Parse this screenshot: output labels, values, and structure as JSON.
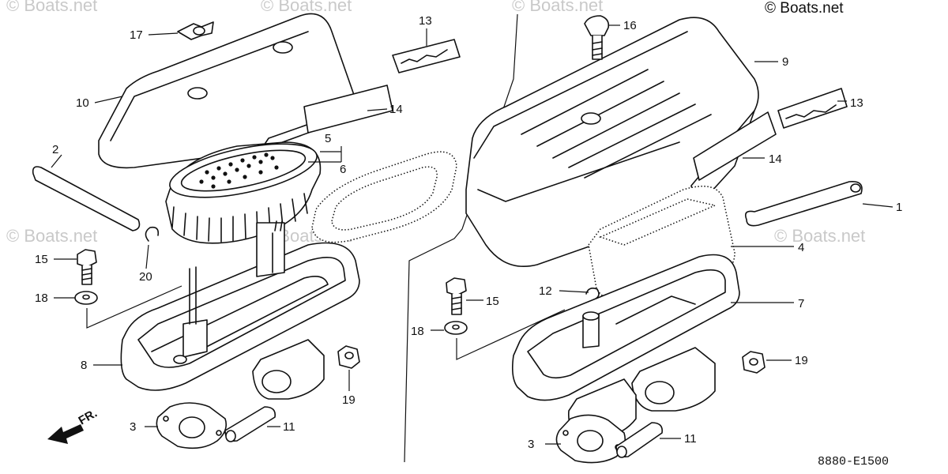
{
  "copyright": "© Boats.net",
  "watermark": "© Boats.net",
  "drawing_code": "8880-E1500",
  "front_marker": "FR.",
  "callouts": {
    "c1": "1",
    "c2": "2",
    "c3l": "3",
    "c3r": "3",
    "c4": "4",
    "c5": "5",
    "c6": "6",
    "c7": "7",
    "c8": "8",
    "c9": "9",
    "c10": "10",
    "c11l": "11",
    "c11r": "11",
    "c12": "12",
    "c13l": "13",
    "c13r": "13",
    "c14l": "14",
    "c14r": "14",
    "c15l": "15",
    "c15r": "15",
    "c16": "16",
    "c17": "17",
    "c18l": "18",
    "c18r": "18",
    "c19l": "19",
    "c19r": "19",
    "c20": "20"
  }
}
